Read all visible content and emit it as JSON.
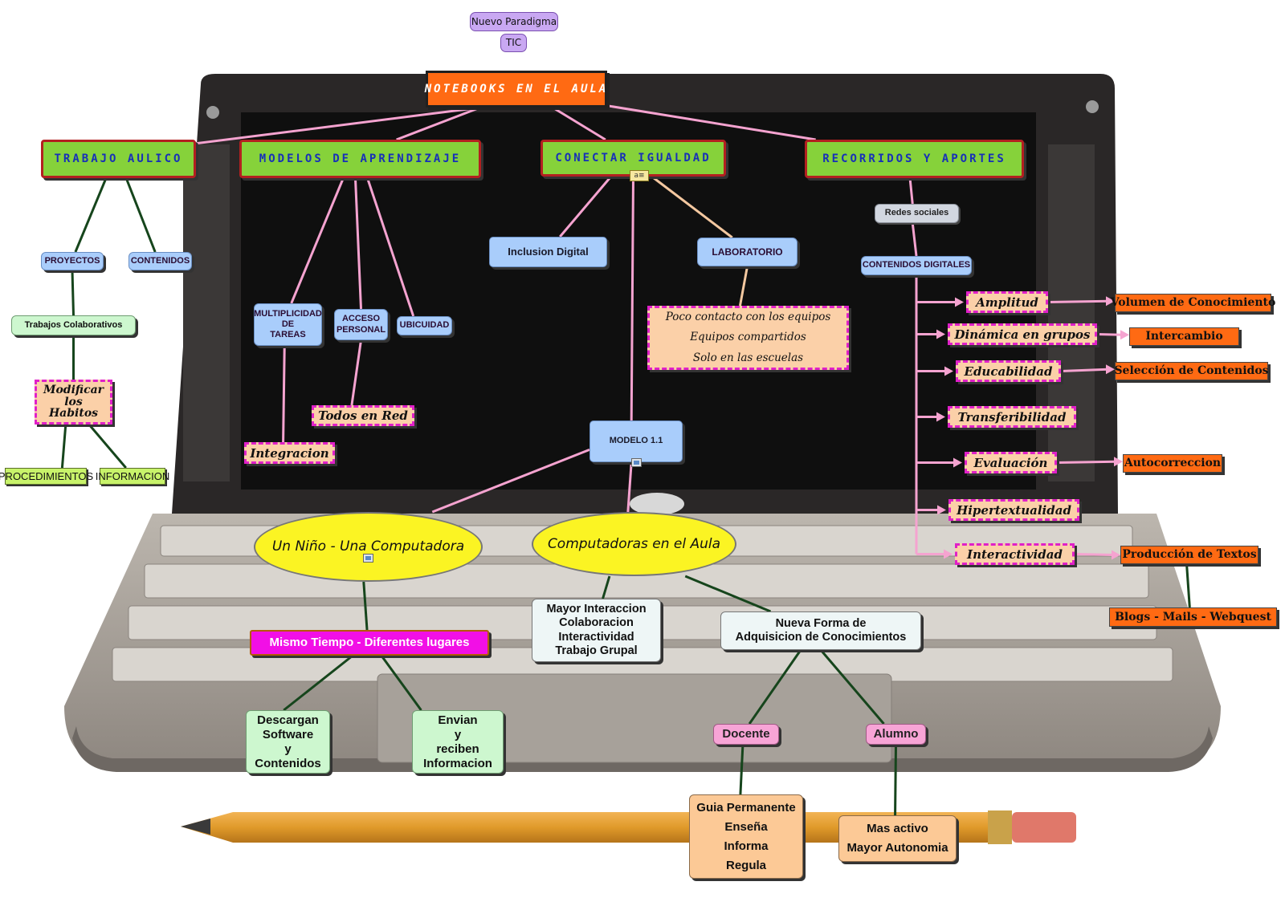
{
  "header": {
    "paradigm": "Nuevo Paradigma",
    "tic": "TIC"
  },
  "title": "NOTEBOOKS EN EL AULA",
  "branches": {
    "trabajo": "TRABAJO AULICO",
    "modelos": "MODELOS DE APRENDIZAJE",
    "conectar": "CONECTAR IGUALDAD",
    "recorridos": "RECORRIDOS Y APORTES"
  },
  "trabajo": {
    "proyectos": "PROYECTOS",
    "contenidos": "CONTENIDOS",
    "colaborativos": "Trabajos Colaborativos",
    "habitos": [
      "Modificar",
      "los",
      "Habitos"
    ],
    "procedimientos": "PROCEDIMIENTOS",
    "informacion": "INFORMACION"
  },
  "modelos": {
    "multiplicidad": [
      "MULTIPLICIDAD",
      "DE",
      "TAREAS"
    ],
    "acceso": [
      "ACCESO",
      "PERSONAL"
    ],
    "ubicuidad": "UBICUIDAD",
    "todos_red": "Todos en Red",
    "integracion": "Integracion"
  },
  "conectar": {
    "inclusion": "Inclusion Digital",
    "laboratorio": "LABORATORIO",
    "lab_items": [
      "Poco contacto con los equipos",
      "Equipos compartidos",
      "Solo en las escuelas"
    ],
    "modelo11": "MODELO 1.1",
    "nino": "Un Niño - Una Computadora",
    "aula": "Computadoras en el Aula",
    "mismo_tiempo": "Mismo Tiempo - Diferentes lugares",
    "descargan": [
      "Descargan",
      "Software",
      "y",
      "Contenidos"
    ],
    "envian": [
      "Envian",
      "y",
      "reciben",
      "Informacion"
    ],
    "mayor": [
      "Mayor Interaccion",
      "Colaboracion",
      "Interactividad",
      "Trabajo Grupal"
    ],
    "nueva_forma": [
      "Nueva Forma de",
      "Adquisicion de Conocimientos"
    ],
    "docente": "Docente",
    "alumno": "Alumno",
    "docente_items": [
      "Guia Permanente",
      "Enseña",
      "Informa",
      "Regula"
    ],
    "alumno_items": [
      "Mas activo",
      "Mayor Autonomia"
    ]
  },
  "recorridos": {
    "redes": "Redes sociales",
    "contenidos_digitales": "CONTENIDOS DIGITALES",
    "amplitud": "Amplitud",
    "dinamica": "Dinámica en grupos",
    "educabilidad": "Educabilidad",
    "transferibilidad": "Transferibilidad",
    "evaluacion": "Evaluación",
    "hipertextualidad": "Hipertextualidad",
    "interactividad": "Interactividad",
    "volumen": "Volumen de Conocimiento",
    "intercambio": "Intercambio",
    "seleccion": "Selección de Contenidos",
    "autocorreccion": "Autocorreccion",
    "produccion": "Producción de Textos",
    "blogs": "Blogs - Mails - Webquest"
  },
  "colors": {
    "pink_link": "#f5a3d0",
    "dark_link": "#16451c",
    "title_orange": "#ff6a13",
    "branch_green": "#86d23a",
    "ellipse_yellow": "#fbf423"
  },
  "icons": [
    "laptop-background",
    "pencil-background",
    "image-icon",
    "note-icon"
  ]
}
